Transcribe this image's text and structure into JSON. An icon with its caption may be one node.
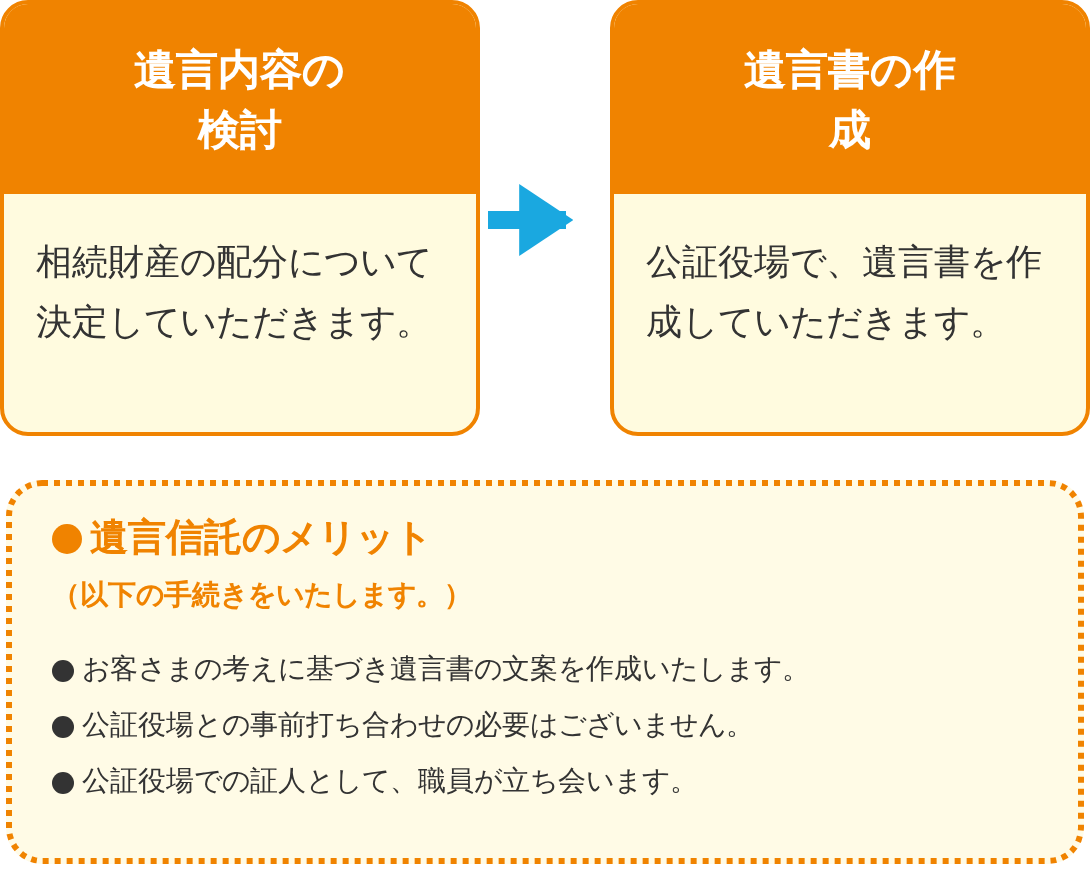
{
  "diagram": {
    "nodes": [
      {
        "text": [
          "遺言内容の検討",
          "相続財産の配分について決定していただきます。"
        ]
      },
      {
        "text": [
          "遺言書の作成",
          "公証役場で、遺言書を作成していただきます。"
        ]
      },
      {
        "text": [
          "遺言信託のメリット",
          "（以下の手続きをいたします。）",
          "お客さまの考えに基づき遺言書の文案を作成いたします。",
          "公証役場との事前打ち合わせの必要はございません。",
          "公証役場での証人として、職員が立ち会います。"
        ]
      }
    ],
    "edges": [
      {
        "from": 0,
        "to": 1,
        "arrow": "to",
        "color": "#1aa8e0"
      }
    ]
  }
}
